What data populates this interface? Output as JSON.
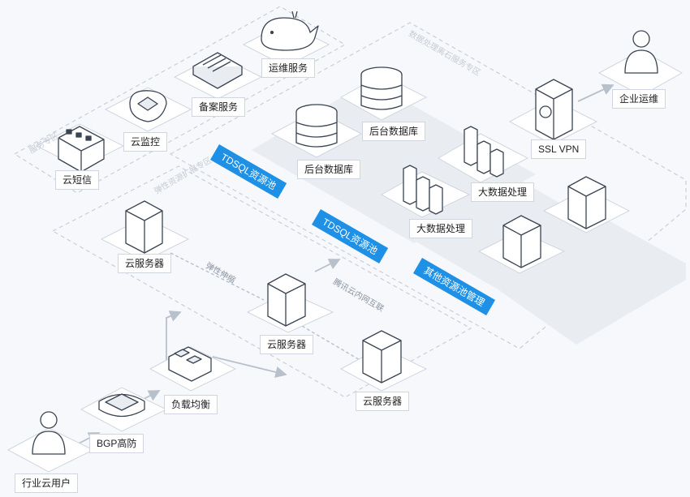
{
  "zones": {
    "service_zone": "服务专区",
    "big_data_zone": "数据处理离石服务专区",
    "elastic_zone": "弹性资源扩展专区"
  },
  "labels": {
    "ops_service": "运维服务",
    "record_service": "备案服务",
    "cloud_monitor": "云监控",
    "cloud_sms": "云短信",
    "backend_db_1": "后台数据库",
    "backend_db_2": "后台数据库",
    "big_data_1": "大数据处理",
    "big_data_2": "大数据处理",
    "ssl_vpn": "SSL VPN",
    "enterprise_ops": "企业运维",
    "cloud_server_1": "云服务器",
    "cloud_server_2": "云服务器",
    "cloud_server_3": "云服务器",
    "load_balancer": "负载均衡",
    "bgp_defense": "BGP高防",
    "industry_user": "行业云用户"
  },
  "pools": {
    "tdsql_1": "TDSQL资源池",
    "tdsql_2": "TDSQL资源池",
    "other": "其他资源池管理"
  },
  "connectors": {
    "elastic_scaling": "弹性伸缩",
    "tencent_interconnect": "腾讯云内网互联"
  },
  "colors": {
    "accent": "#1e90e6",
    "icon_fill": "#ffffff",
    "icon_stroke": "#3a4452",
    "dashed": "#c9cfd8"
  }
}
